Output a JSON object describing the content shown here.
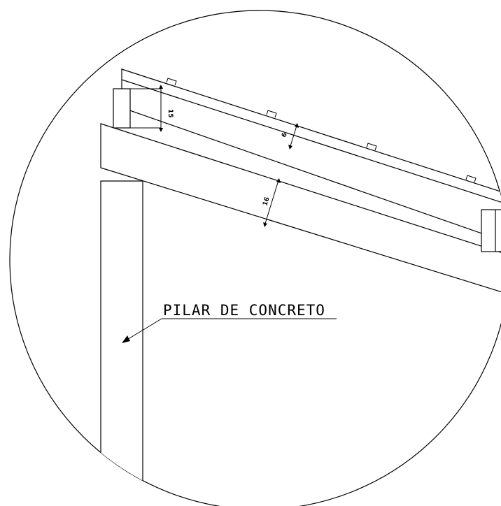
{
  "drawing": {
    "callout_label": "PILAR DE CONCRETO",
    "dimensions": {
      "purlin_height": "15",
      "rafter_depth": "6",
      "beam_depth": "16"
    }
  }
}
